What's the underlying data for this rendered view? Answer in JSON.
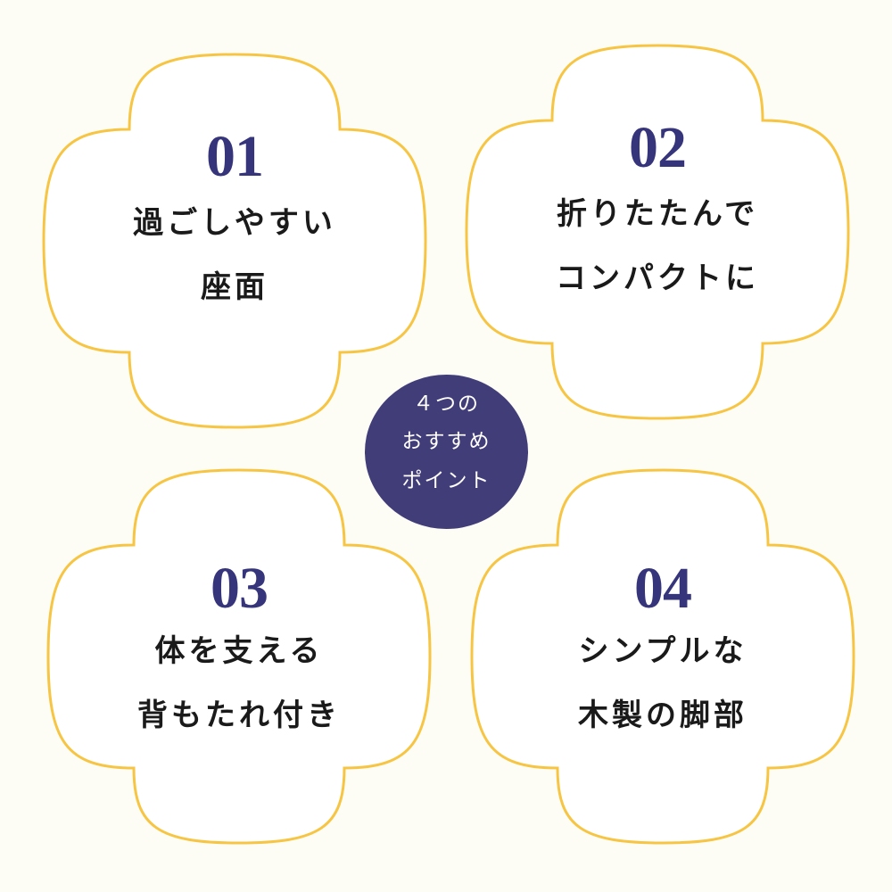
{
  "colors": {
    "background": "#fdfdf6",
    "card_fill": "#ffffff",
    "card_outline": "#f7c544",
    "number_color": "#36347a",
    "text_color": "#1a1a1a",
    "badge_fill": "#413d78",
    "badge_text": "#ffffff"
  },
  "badge": {
    "lines": [
      "４つの",
      "おすすめ",
      "ポイント"
    ]
  },
  "points": [
    {
      "number": "01",
      "line1": "過ごしやすい",
      "line2": "座面"
    },
    {
      "number": "02",
      "line1": "折りたたんで",
      "line2": "コンパクトに"
    },
    {
      "number": "03",
      "line1": "体を支える",
      "line2": "背もたれ付き"
    },
    {
      "number": "04",
      "line1": "シンプルな",
      "line2": "木製の脚部"
    }
  ]
}
